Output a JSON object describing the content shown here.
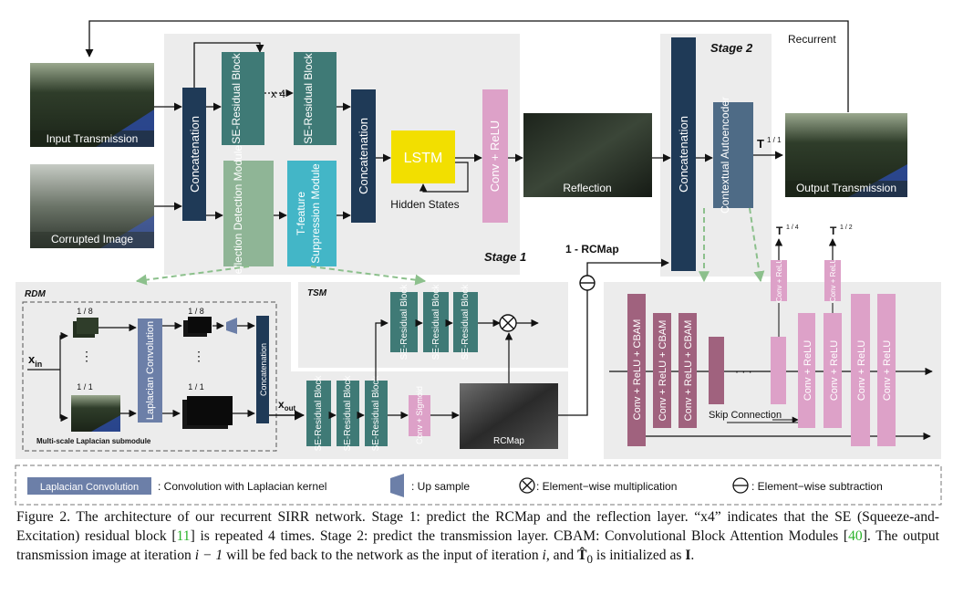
{
  "colors": {
    "panel": "#ececec",
    "navy": "#1f3a57",
    "slate": "#4e6b86",
    "green": "#8fb596",
    "cyan": "#43b6c7",
    "teal": "#3f7a76",
    "pink": "#c98fb7",
    "lightpink": "#dda1c8",
    "maroon": "#a0627e",
    "yellow": "#f2df00",
    "lapblue": "#6c7fa8",
    "arrowgreen": "#8cc08c"
  },
  "icons": [
    "up-sample-icon",
    "element-wise-multiplication-icon",
    "element-wise-subtraction-icon"
  ],
  "top": {
    "input_transmission": "Input Transmission",
    "corrupted_image": "Corrupted Image",
    "concatenation": "Concatenation",
    "se_residual_block": "SE-Residual Block",
    "x4": "x 4",
    "reflection_detection_module": "Reflection Detection Module",
    "t_feature": "T-feature",
    "suppression_module": "Suppression Module",
    "lstm": "LSTM",
    "hidden_states": "Hidden States",
    "conv_relu": "Conv + ReLU",
    "reflection": "Reflection",
    "stage1": "Stage 1",
    "stage2": "Stage 2",
    "recurrent": "Recurrent",
    "contextual_autoencoder": "Contextual Autoencoder",
    "output_transmission": "Output Transmission",
    "t_symbol": "T",
    "t_full": "1 / 1",
    "t_quarter": "1 / 4",
    "t_half": "1 / 2",
    "rcmap_label": "1 - RCMap"
  },
  "rdm": {
    "title": "RDM",
    "x_in": "x",
    "x_in_sub": "in",
    "scale_eighth": "1 / 8",
    "scale_one": "1 / 1",
    "dots": "⋮",
    "laplacian_convolution": "Laplacian Convolution",
    "concatenation": "Concatenation",
    "submodule": "Multi-scale Laplacian submodule",
    "x_out": "x",
    "x_out_sub": "out"
  },
  "tsm": {
    "title": "TSM",
    "se_residual_block": "SE-Residual Block"
  },
  "lower": {
    "conv_sigmoid": "Conv + Sigmoid",
    "rcmap": "RCMap"
  },
  "autoenc": {
    "conv_relu_cbam": "Conv + ReLU + CBAM",
    "conv_relu": "Conv + ReLU",
    "skip_connection": "Skip Connection",
    "ellipsis": "· · ·"
  },
  "legend": {
    "laplacian_convolution": "Laplacian Convolution",
    "laplacian_text": ": Convolution with Laplacian kernel",
    "upsample_text": ": Up sample",
    "mult_text": ": Element−wise multiplication",
    "sub_text": ": Element−wise subtraction"
  },
  "caption": {
    "p1": "Figure 2. The architecture of our recurrent SIRR network. Stage 1: predict the RCMap and the reflection layer. “x4” indicates that the SE (Squeeze-and-Excitation) residual block [",
    "ref11": "11",
    "p2": "] is repeated 4 times. Stage 2: predict the transmission layer. CBAM: Convolutional Block Attention Modules [",
    "ref40": "40",
    "p3": "]. The output transmission image at iteration ",
    "i1": "i − 1",
    "p4": " will be fed back to the network as the input of iteration ",
    "i2": "i",
    "p5": ", and ",
    "t0": "T̂",
    "t0_sub": "0",
    "p6": " is initialized as ",
    "bold_i": "I",
    "p7": "."
  }
}
